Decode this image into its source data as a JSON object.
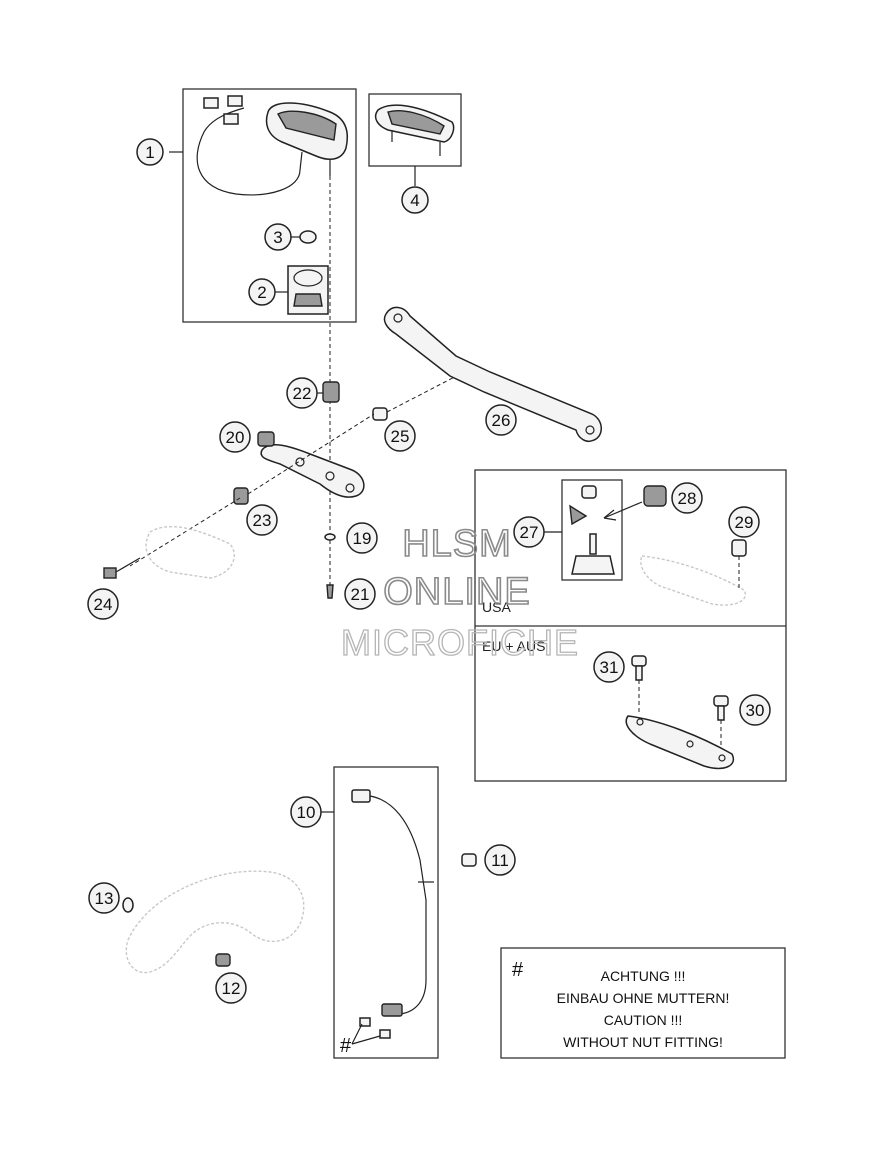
{
  "callouts": [
    "1",
    "2",
    "3",
    "4",
    "10",
    "11",
    "12",
    "13",
    "19",
    "20",
    "21",
    "22",
    "23",
    "24",
    "25",
    "26",
    "27",
    "28",
    "29",
    "30",
    "31"
  ],
  "region_labels": {
    "usa": "USA",
    "eu_aus": "EU + AUS"
  },
  "note": {
    "hash": "#",
    "line1": "ACHTUNG !!!",
    "line2": "EINBAU OHNE MUTTERN!",
    "line3": "CAUTION !!!",
    "line4": "WITHOUT NUT FITTING!"
  },
  "cable_hash": "#",
  "watermark": {
    "line1": "HLSM",
    "line2": "ONLINE",
    "line3": "MICROFICHE"
  }
}
